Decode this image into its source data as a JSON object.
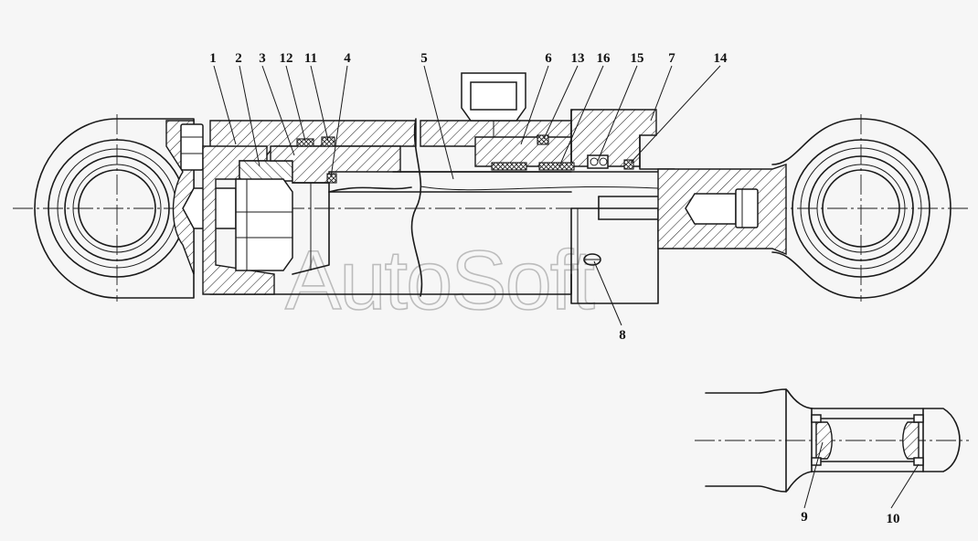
{
  "watermark": "AutoSoft",
  "callouts": [
    {
      "id": "c1",
      "label": "1"
    },
    {
      "id": "c2",
      "label": "2"
    },
    {
      "id": "c3",
      "label": "3"
    },
    {
      "id": "c12",
      "label": "12"
    },
    {
      "id": "c11",
      "label": "11"
    },
    {
      "id": "c4",
      "label": "4"
    },
    {
      "id": "c5",
      "label": "5"
    },
    {
      "id": "c6",
      "label": "6"
    },
    {
      "id": "c13",
      "label": "13"
    },
    {
      "id": "c16",
      "label": "16"
    },
    {
      "id": "c15",
      "label": "15"
    },
    {
      "id": "c7",
      "label": "7"
    },
    {
      "id": "c14",
      "label": "14"
    },
    {
      "id": "c8",
      "label": "8"
    },
    {
      "id": "c9",
      "label": "9"
    },
    {
      "id": "c10",
      "label": "10"
    }
  ]
}
